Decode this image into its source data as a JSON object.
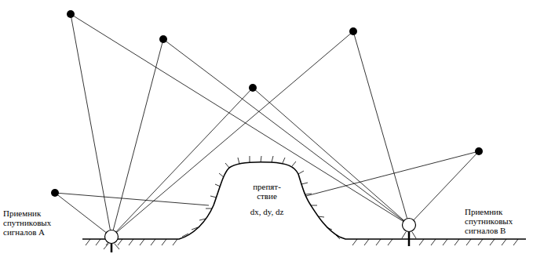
{
  "diagram": {
    "nodes": [
      {
        "text": [
          "Приемник спутниковых сигналов А"
        ]
      },
      {
        "text": [
          "препят- ствие",
          "dx, dy, dz"
        ]
      },
      {
        "text": [
          "Приемник спутниковых сигналов В"
        ]
      }
    ]
  }
}
